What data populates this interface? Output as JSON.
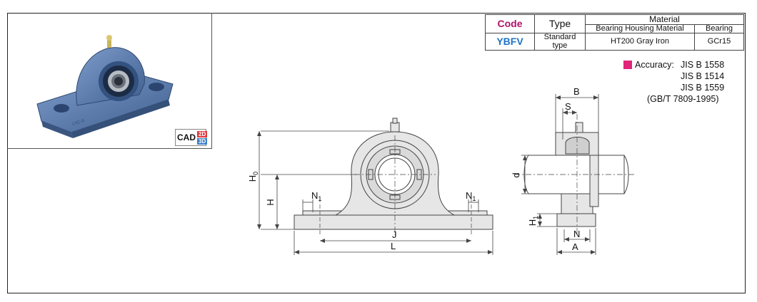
{
  "table": {
    "header": {
      "code": "Code",
      "type": "Type",
      "material": "Material",
      "housing_material": "Bearing Housing Material",
      "bearing": "Bearing"
    },
    "row": {
      "code": "YBFV",
      "type": "Standard type",
      "housing_material": "HT200 Gray Iron",
      "bearing": "GCr15"
    }
  },
  "accuracy": {
    "label": "Accuracy:",
    "standards": [
      "JIS  B 1558",
      "JIS  B 1514",
      "JIS  B 1559"
    ],
    "gb": "(GB/T 7809-1995)"
  },
  "cad_badge": {
    "cad": "CAD",
    "d2": "2D",
    "d3": "3D"
  },
  "dims": {
    "front": {
      "h0": "H",
      "h0_sub": "0",
      "h": "H",
      "n1_left": "N",
      "n1_left_sub": "1",
      "n1_right": "N",
      "n1_right_sub": "1",
      "j": "J",
      "l": "L"
    },
    "side": {
      "b": "B",
      "s": "S",
      "d": "d",
      "h1": "H",
      "h1_sub": "1",
      "n": "N",
      "a": "A"
    }
  },
  "colors": {
    "code_magenta": "#b0126a",
    "code_blue": "#1e73c8",
    "accent_pink": "#e0257a",
    "housing_blue": "#5b7fae",
    "drawing_fill": "#e6e6e6"
  }
}
